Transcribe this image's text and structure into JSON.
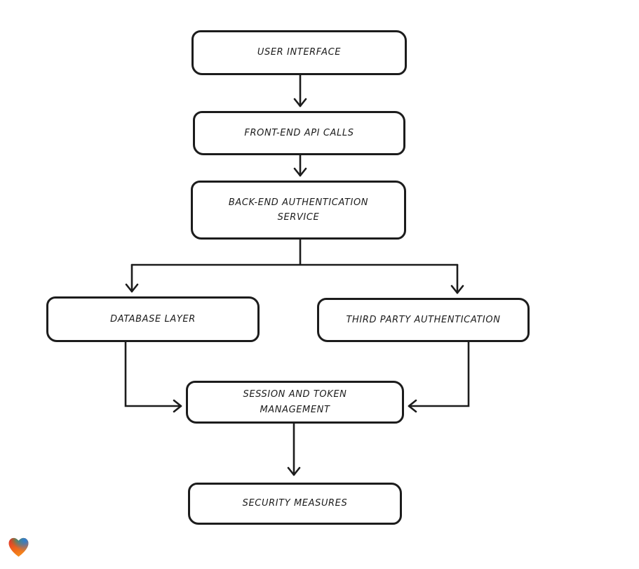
{
  "diagram": {
    "type": "flowchart",
    "style": "hand-drawn-sketch",
    "nodes": [
      {
        "id": "user-interface",
        "label": "USER INTERFACE"
      },
      {
        "id": "front-end-api-calls",
        "label": "FRONT-END API CALLS"
      },
      {
        "id": "back-end-authentication-service",
        "label": "BACK-END AUTHENTICATION\nSERVICE"
      },
      {
        "id": "database-layer",
        "label": "DATABASE LAYER"
      },
      {
        "id": "third-party-authentication",
        "label": "THIRD PARTY AUTHENTICATION"
      },
      {
        "id": "session-and-token-management",
        "label": "SESSION AND TOKEN\nMANAGEMENT"
      },
      {
        "id": "security-measures",
        "label": "SECURITY MEASURES"
      }
    ],
    "edges": [
      {
        "from": "user-interface",
        "to": "front-end-api-calls"
      },
      {
        "from": "front-end-api-calls",
        "to": "back-end-authentication-service"
      },
      {
        "from": "back-end-authentication-service",
        "to": "database-layer"
      },
      {
        "from": "back-end-authentication-service",
        "to": "third-party-authentication"
      },
      {
        "from": "database-layer",
        "to": "session-and-token-management"
      },
      {
        "from": "third-party-authentication",
        "to": "session-and-token-management"
      },
      {
        "from": "session-and-token-management",
        "to": "security-measures"
      }
    ]
  },
  "colors": {
    "background": "#ffffff",
    "stroke": "#1c1c1c",
    "node_fill": "#ffffff",
    "heart_red": "#e0312e",
    "heart_green": "#2ea44f",
    "heart_blue": "#2b7fd4",
    "heart_orange": "#f7941d"
  },
  "logo": {
    "name": "heart-logo"
  }
}
